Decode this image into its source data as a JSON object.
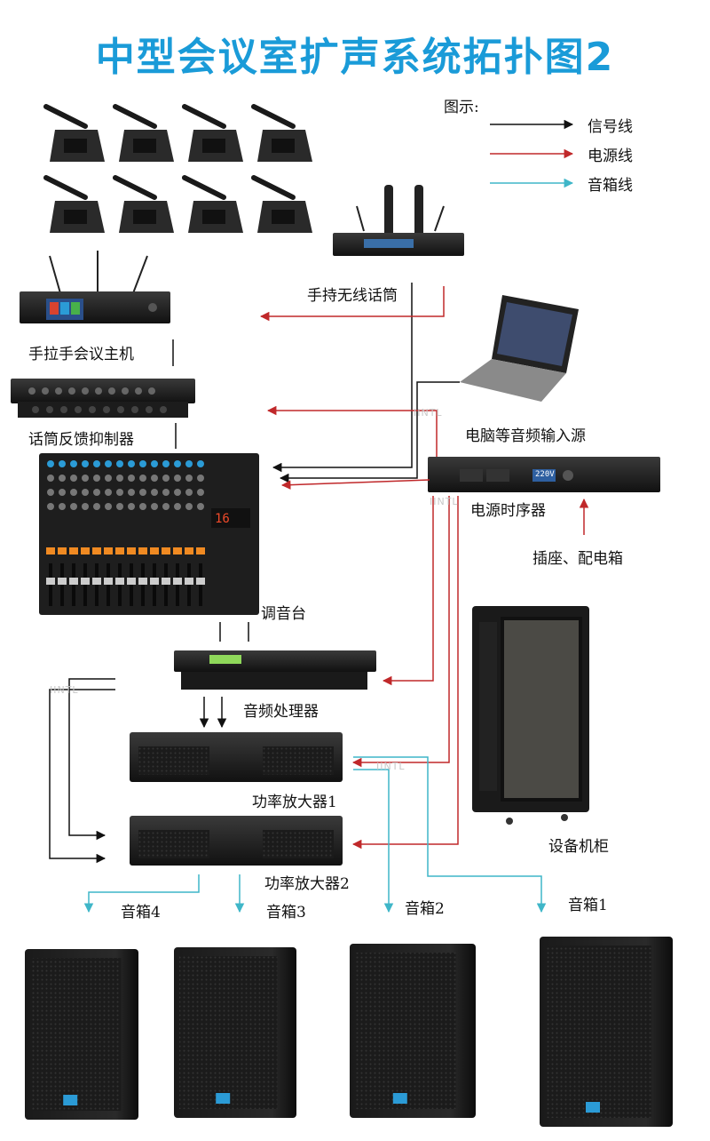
{
  "title": "中型会议室扩声系统拓扑图2",
  "legend": {
    "heading": "图示:",
    "items": [
      {
        "label": "信号线",
        "color": "#111111"
      },
      {
        "label": "电源线",
        "color": "#c0282a"
      },
      {
        "label": "音箱线",
        "color": "#3fb6c8"
      }
    ]
  },
  "devices": {
    "handheld_mic": "手持无线话筒",
    "conference_host": "手拉手会议主机",
    "feedback_suppressor": "话筒反馈抑制器",
    "computer": "电脑等音频输入源",
    "mixer": "调音台",
    "power_sequencer": "电源时序器",
    "socket": "插座、配电箱",
    "processor": "音频处理器",
    "amp1": "功率放大器1",
    "amp2": "功率放大器2",
    "cabinet": "设备机柜",
    "sequencer_display": "220V"
  },
  "speakers": [
    "音箱4",
    "音箱3",
    "音箱2",
    "音箱1"
  ],
  "watermark": "IINTL",
  "colors": {
    "title": "#1a9bd8",
    "signal": "#111111",
    "power": "#c0282a",
    "speaker": "#3fb6c8"
  }
}
